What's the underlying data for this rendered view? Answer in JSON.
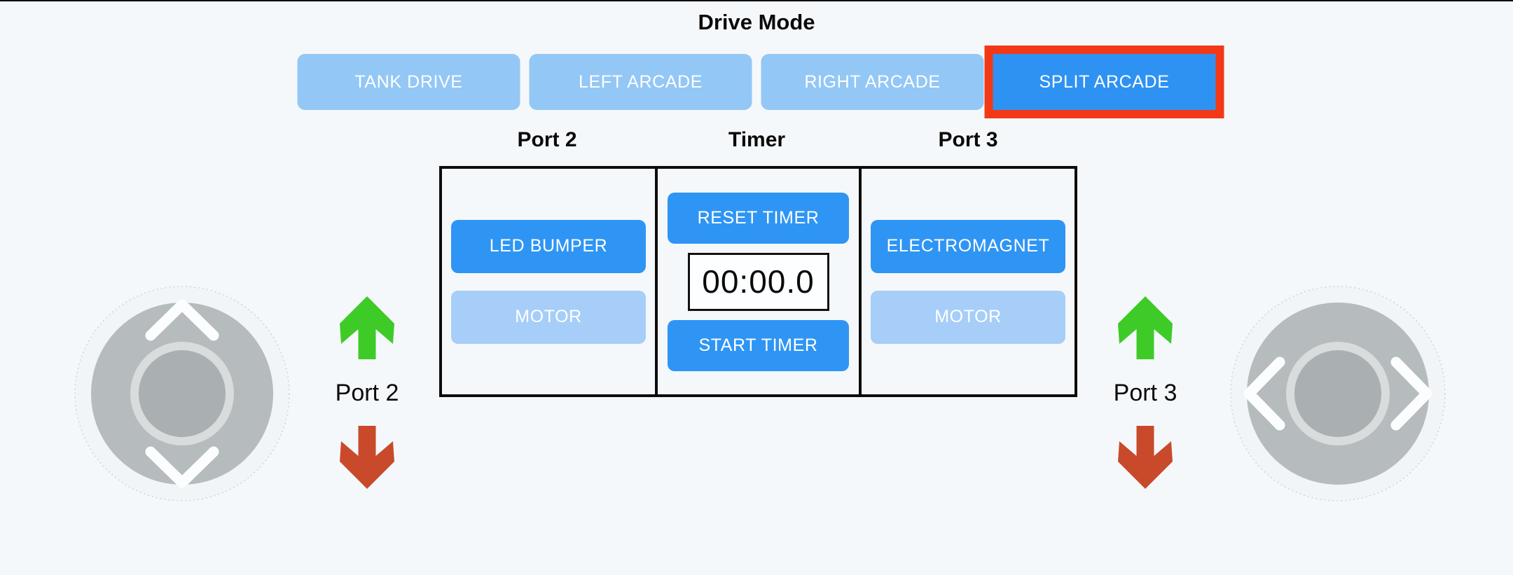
{
  "title": "Drive Mode",
  "drive_mode": {
    "buttons": [
      {
        "label": "TANK DRIVE",
        "selected": false
      },
      {
        "label": "LEFT ARCADE",
        "selected": false
      },
      {
        "label": "RIGHT ARCADE",
        "selected": false
      },
      {
        "label": "SPLIT ARCADE",
        "selected": true
      }
    ]
  },
  "panel": {
    "headers": [
      "Port 2",
      "Timer",
      "Port 3"
    ],
    "port2": {
      "buttons": [
        {
          "label": "LED BUMPER",
          "state": "on"
        },
        {
          "label": "MOTOR",
          "state": "off"
        }
      ]
    },
    "timer": {
      "reset_label": "RESET TIMER",
      "display": "00:00.0",
      "start_label": "START TIMER"
    },
    "port3": {
      "buttons": [
        {
          "label": "ELECTROMAGNET",
          "state": "on"
        },
        {
          "label": "MOTOR",
          "state": "off"
        }
      ]
    }
  },
  "left_stick": {
    "port_label": "Port 2",
    "axis": "vertical"
  },
  "right_stick": {
    "port_label": "Port 3",
    "axis": "horizontal"
  },
  "colors": {
    "background": "#f5f8fa",
    "button_light_blue": "#93c7f6",
    "button_blue": "#2f95f4",
    "selection_highlight_red": "#f23917",
    "arrow_green": "#3ecb28",
    "arrow_red": "#c84a2b",
    "joystick_gray": "#b6bbbd",
    "knob_gray": "#aaafb1"
  }
}
